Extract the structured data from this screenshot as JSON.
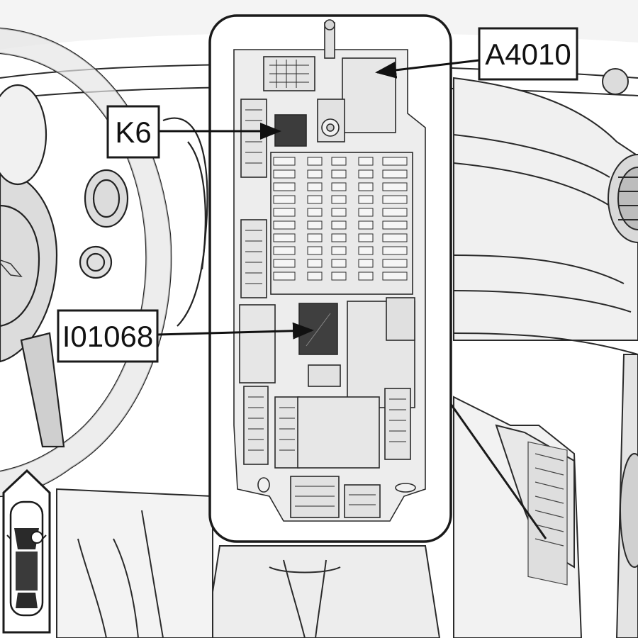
{
  "callouts": {
    "module": "A4010",
    "relay": "K6",
    "chip": "I01068"
  },
  "icons": {
    "location_indicator": "car-top-view-location-icon",
    "brand_badge": "mini-wings-logo-icon"
  },
  "colors": {
    "line_art": "#222222",
    "panel_fill": "#ededed",
    "zoom_frame": "#1a1a1a",
    "label_bg": "#ffffff",
    "chip_fill": "#3f3f3f"
  }
}
